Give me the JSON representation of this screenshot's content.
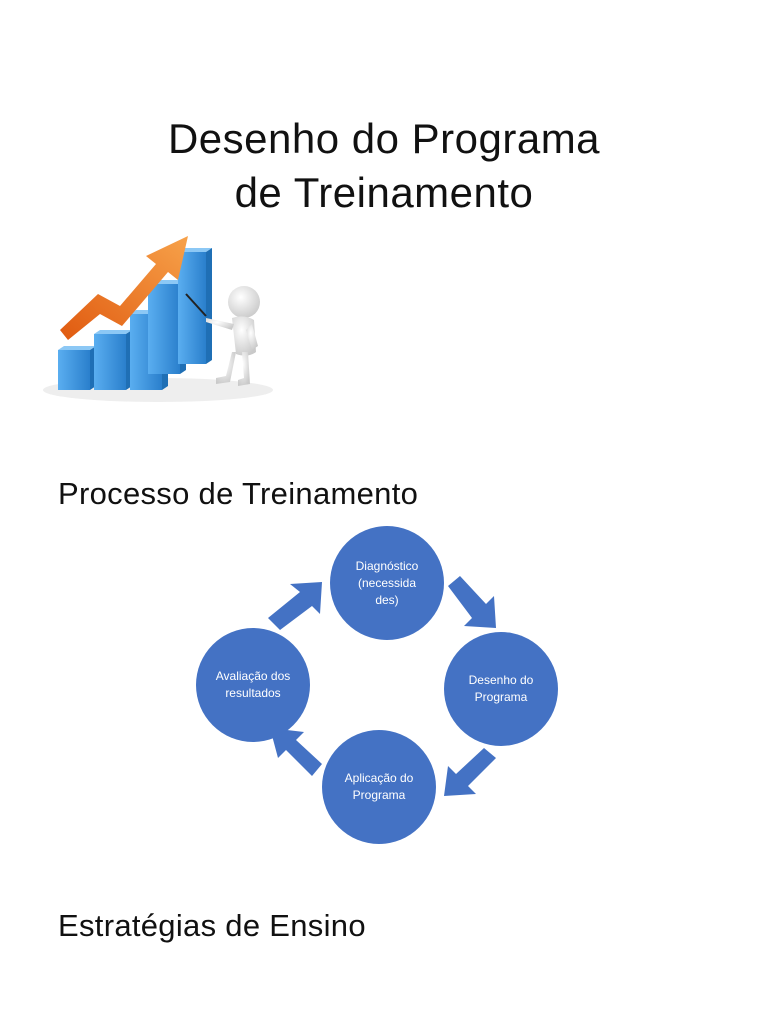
{
  "title": {
    "line1": "Desenho do Programa",
    "line2": "de Treinamento"
  },
  "sections": {
    "process_heading": "Processo de Treinamento",
    "strategies_heading": "Estratégias de Ensino"
  },
  "cycle": {
    "nodes": [
      {
        "label": "Diagnóstico (necessida des)"
      },
      {
        "label": "Desenho do Programa"
      },
      {
        "label": "Aplicação do Programa"
      },
      {
        "label": "Avaliação dos resultados"
      }
    ],
    "node_color": "#4472c4"
  },
  "illustration": {
    "icon": "growth-chart-presenter-icon",
    "bar_color": "#3a8fd6",
    "arrow_color": "#f07a28"
  }
}
